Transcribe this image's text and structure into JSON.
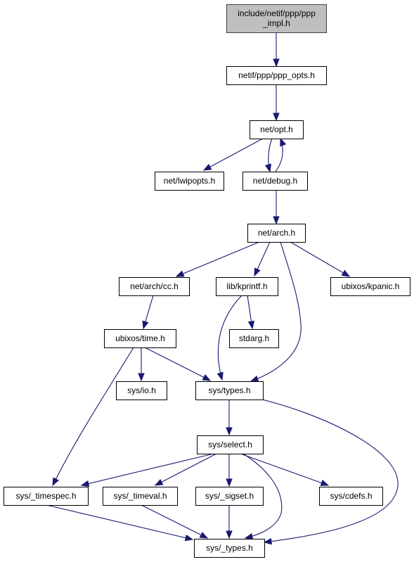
{
  "nodes": {
    "root": {
      "lines": [
        "include/netif/ppp/ppp",
        "_impl.h"
      ]
    },
    "ppp_opts": {
      "lines": [
        "netif/ppp/ppp_opts.h"
      ]
    },
    "opt": {
      "lines": [
        "net/opt.h"
      ]
    },
    "lwipopts": {
      "lines": [
        "net/lwipopts.h"
      ]
    },
    "debug": {
      "lines": [
        "net/debug.h"
      ]
    },
    "arch": {
      "lines": [
        "net/arch.h"
      ]
    },
    "cc": {
      "lines": [
        "net/arch/cc.h"
      ]
    },
    "kprintf": {
      "lines": [
        "lib/kprintf.h"
      ]
    },
    "kpanic": {
      "lines": [
        "ubixos/kpanic.h"
      ]
    },
    "time": {
      "lines": [
        "ubixos/time.h"
      ]
    },
    "stdarg": {
      "lines": [
        "stdarg.h"
      ]
    },
    "io": {
      "lines": [
        "sys/io.h"
      ]
    },
    "types": {
      "lines": [
        "sys/types.h"
      ]
    },
    "select": {
      "lines": [
        "sys/select.h"
      ]
    },
    "timespec": {
      "lines": [
        "sys/_timespec.h"
      ]
    },
    "timeval": {
      "lines": [
        "sys/_timeval.h"
      ]
    },
    "sigset": {
      "lines": [
        "sys/_sigset.h"
      ]
    },
    "cdefs": {
      "lines": [
        "sys/cdefs.h"
      ]
    },
    "_types": {
      "lines": [
        "sys/_types.h"
      ]
    }
  },
  "edges": [
    [
      "root",
      "ppp_opts"
    ],
    [
      "ppp_opts",
      "opt"
    ],
    [
      "opt",
      "lwipopts"
    ],
    [
      "opt",
      "debug"
    ],
    [
      "debug",
      "opt"
    ],
    [
      "debug",
      "arch"
    ],
    [
      "arch",
      "cc"
    ],
    [
      "arch",
      "kprintf"
    ],
    [
      "arch",
      "kpanic"
    ],
    [
      "arch",
      "types"
    ],
    [
      "cc",
      "time"
    ],
    [
      "kprintf",
      "stdarg"
    ],
    [
      "kprintf",
      "types"
    ],
    [
      "time",
      "io"
    ],
    [
      "time",
      "types"
    ],
    [
      "time",
      "timespec"
    ],
    [
      "types",
      "select"
    ],
    [
      "types",
      "_types"
    ],
    [
      "select",
      "timespec"
    ],
    [
      "select",
      "timeval"
    ],
    [
      "select",
      "sigset"
    ],
    [
      "select",
      "cdefs"
    ],
    [
      "select",
      "_types"
    ],
    [
      "timespec",
      "_types"
    ],
    [
      "timeval",
      "_types"
    ],
    [
      "sigset",
      "_types"
    ]
  ],
  "colors": {
    "edge": "#191970",
    "root_fill": "#bfbfbf",
    "node_fill": "#ffffff"
  }
}
